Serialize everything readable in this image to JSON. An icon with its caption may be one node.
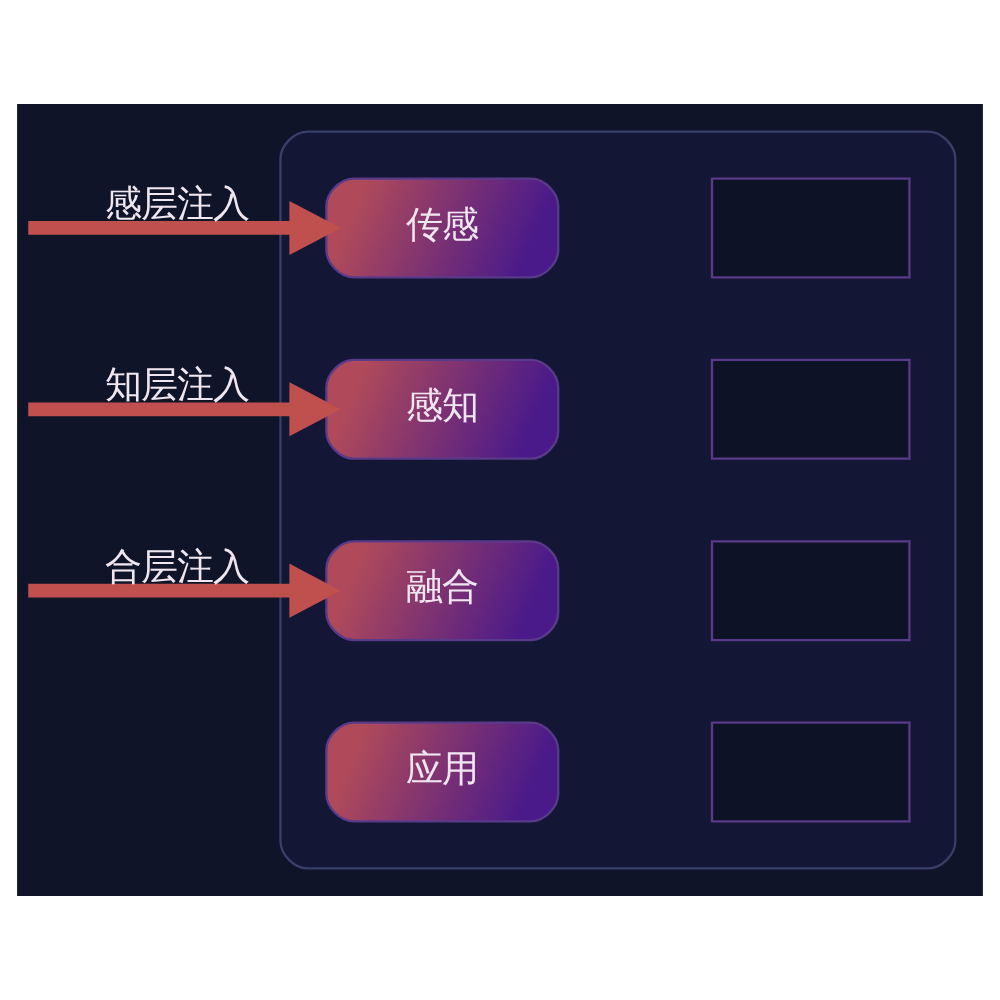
{
  "diagram": {
    "nodes": [
      {
        "text": [],
        "shape": "box"
      },
      {
        "text": [
          "传感"
        ],
        "in": 0
      },
      {
        "text": [],
        "shape": "box",
        "in": 0
      },
      {
        "text": [
          "感知"
        ],
        "in": 0
      },
      {
        "text": [],
        "shape": "box",
        "in": 0
      },
      {
        "text": [
          "融合"
        ],
        "in": 0
      },
      {
        "text": [],
        "shape": "box",
        "in": 0
      },
      {
        "text": [
          "应用"
        ],
        "in": 0
      },
      {
        "text": [],
        "shape": "box",
        "in": 0
      }
    ],
    "edges": [
      {
        "from": null,
        "to": 1,
        "arrow": "to",
        "label": "感层注入"
      },
      {
        "from": null,
        "to": 3,
        "arrow": "to",
        "label": "知层注入"
      },
      {
        "from": null,
        "to": 5,
        "arrow": "to",
        "label": "合层注入"
      }
    ]
  }
}
